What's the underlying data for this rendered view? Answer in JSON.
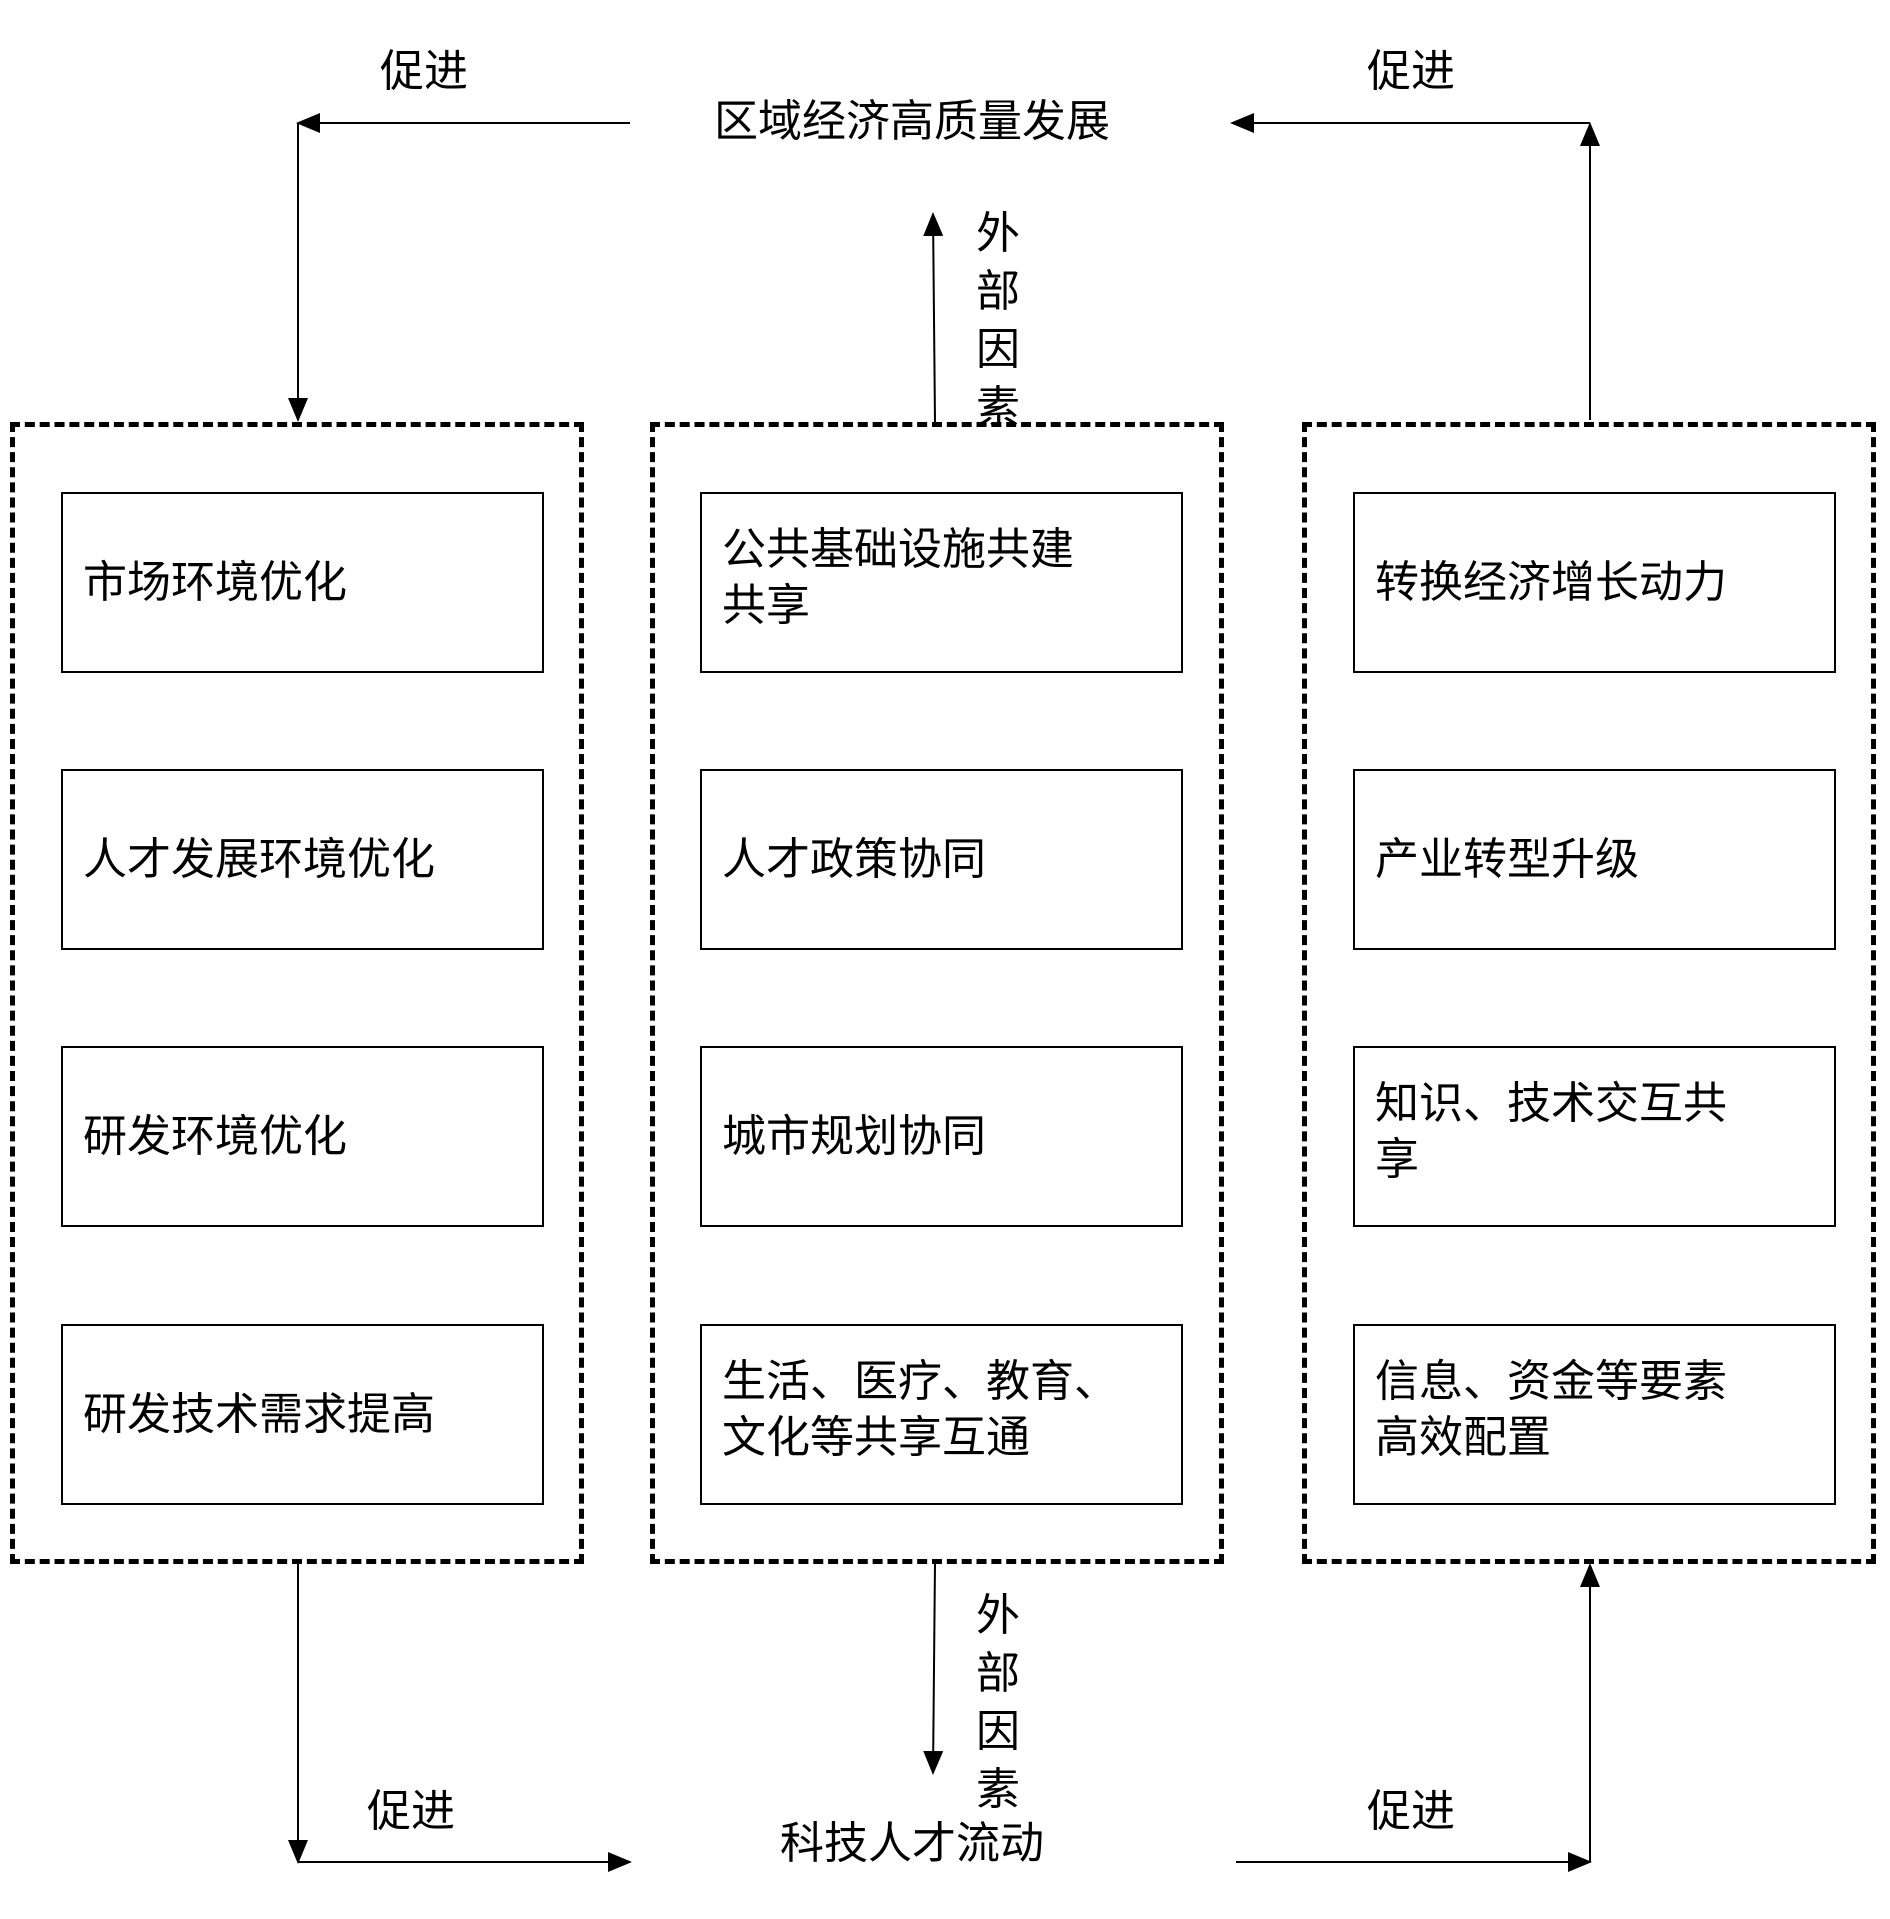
{
  "top_title": "区域经济高质量发展",
  "bottom_title": "科技人才流动",
  "promote_labels": [
    "促进",
    "促进",
    "促进",
    "促进"
  ],
  "external_factor": {
    "top": "外部因素",
    "bottom": "外部因素"
  },
  "columns": [
    {
      "items": [
        "市场环境优化",
        "人才发展环境优化",
        "研发环境优化",
        "研发技术需求提高"
      ]
    },
    {
      "items": [
        "公共基础设施共建\n共享",
        "人才政策协同",
        "城市规划协同",
        "生活、医疗、教育、\n  文化等共享互通"
      ]
    },
    {
      "items": [
        "转换经济增长动力",
        "产业转型升级",
        "知识、技术交互共\n享",
        "信息、资金等要素\n高效配置"
      ]
    }
  ]
}
